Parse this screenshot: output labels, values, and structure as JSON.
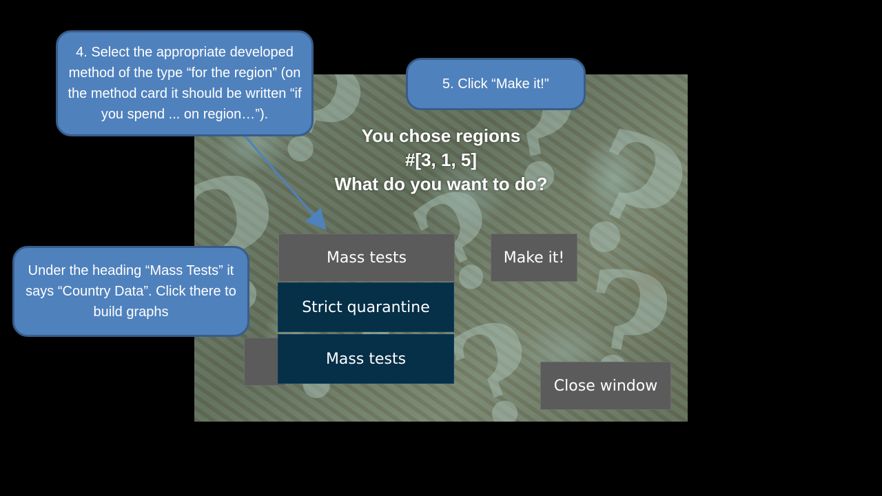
{
  "game": {
    "title_line1": "You chose regions",
    "title_line2": "#[3, 1, 5]",
    "title_line3": "What do you want to do?",
    "dropdown_selected": "Mass tests",
    "dropdown_options": [
      "Strict quarantine",
      "Mass tests"
    ],
    "make_it_label": "Make it!",
    "close_label": "Close window"
  },
  "callouts": {
    "step4": "4. Select the appropriate developed method of the type “for the region” (on the method card it should be written “if you spend ... on region…”).",
    "step5": "5. Click “Make it!\"",
    "mass_tests_note": "Under the heading “Mass Tests” it says “Country Data”. Click there to build graphs"
  },
  "colors": {
    "callout_fill": "#4f81bd",
    "callout_border": "#385d8a",
    "button_gray": "#5b5b5b",
    "dropdown_option": "#062f48",
    "background": "#000000"
  }
}
